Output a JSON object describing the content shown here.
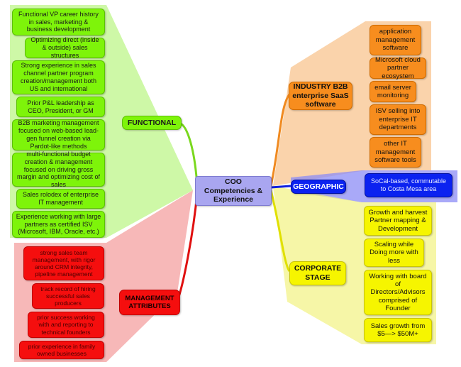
{
  "center": "COO Competencies & Experience",
  "functional": {
    "title": "FUNCTIONAL",
    "items": [
      "Functional VP career history in sales, marketing & business development",
      "Optimizing direct (inside & outside)  sales structures",
      "Strong experience in sales channel partner program creation/management both US and international",
      "Prior P&L leadership as CEO, President, or GM",
      "B2B marketing management focused on web-based lead-gen funnel creation via Pardot-like methods",
      "multi-functional budget creation & management focused on driving gross margin and optimizing cost of sales",
      "Sales rolodex of enterprise IT management",
      "Experience working with large partners as certified ISV (Microsoft, IBM, Oracle, etc.)"
    ]
  },
  "management": {
    "title": "MANAGEMENT ATTRIBUTES",
    "items": [
      "strong sales team management, with rigor around CRM integrity, pipeline management",
      "track record of hiring successful sales producers",
      "prior success working with and reporting to technical founders",
      "prior experience in family owned businesses"
    ]
  },
  "industry": {
    "title": "INDUSTRY B2B enterprise SaaS software",
    "items": [
      "application management software",
      "Microsoft cloud partner ecosystem",
      "email server monitoring",
      "ISV selling into enterprise IT departments",
      "other IT management software tools"
    ]
  },
  "geographic": {
    "title": "GEOGRAPHIC",
    "items": [
      "SoCal-based, commutable to  Costa Mesa area"
    ]
  },
  "corporate": {
    "title": "CORPORATE STAGE",
    "items": [
      "Growth and harvest Partner mapping & Development",
      "Scaling while Doing more with less",
      "Working with board of Directors/Advisors comprised of Founder",
      "Sales growth from $5—> $50M+"
    ]
  },
  "colors": {
    "functional": "#7ef40a",
    "management": "#f50e0e",
    "industry": "#f78d1e",
    "geographic": "#0b22f0",
    "corporate": "#f6f500",
    "center": "#a9a6f0"
  }
}
